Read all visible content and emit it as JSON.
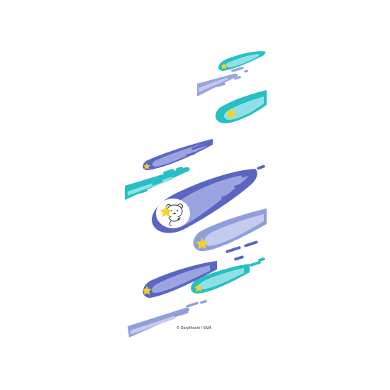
{
  "copyright": "© Daryllhochi / SMA",
  "colors": {
    "background": "#ffffff",
    "teal": "#26bfc3",
    "teal_light": "#8fe0e6",
    "indigo": "#5b66c2",
    "indigo_light": "#9aa4e0",
    "periwinkle": "#8f9fd8",
    "pale_blue": "#c3ccef",
    "star_yellow": "#f5d324",
    "bear_white": "#ffffff",
    "outline": "#2a2a3a"
  },
  "illustration": {
    "subject": "shooting-star comets with a polar bear riding one",
    "comet_count": 9,
    "icons": [
      "comet-icon",
      "star-icon",
      "polar-bear-icon"
    ]
  }
}
